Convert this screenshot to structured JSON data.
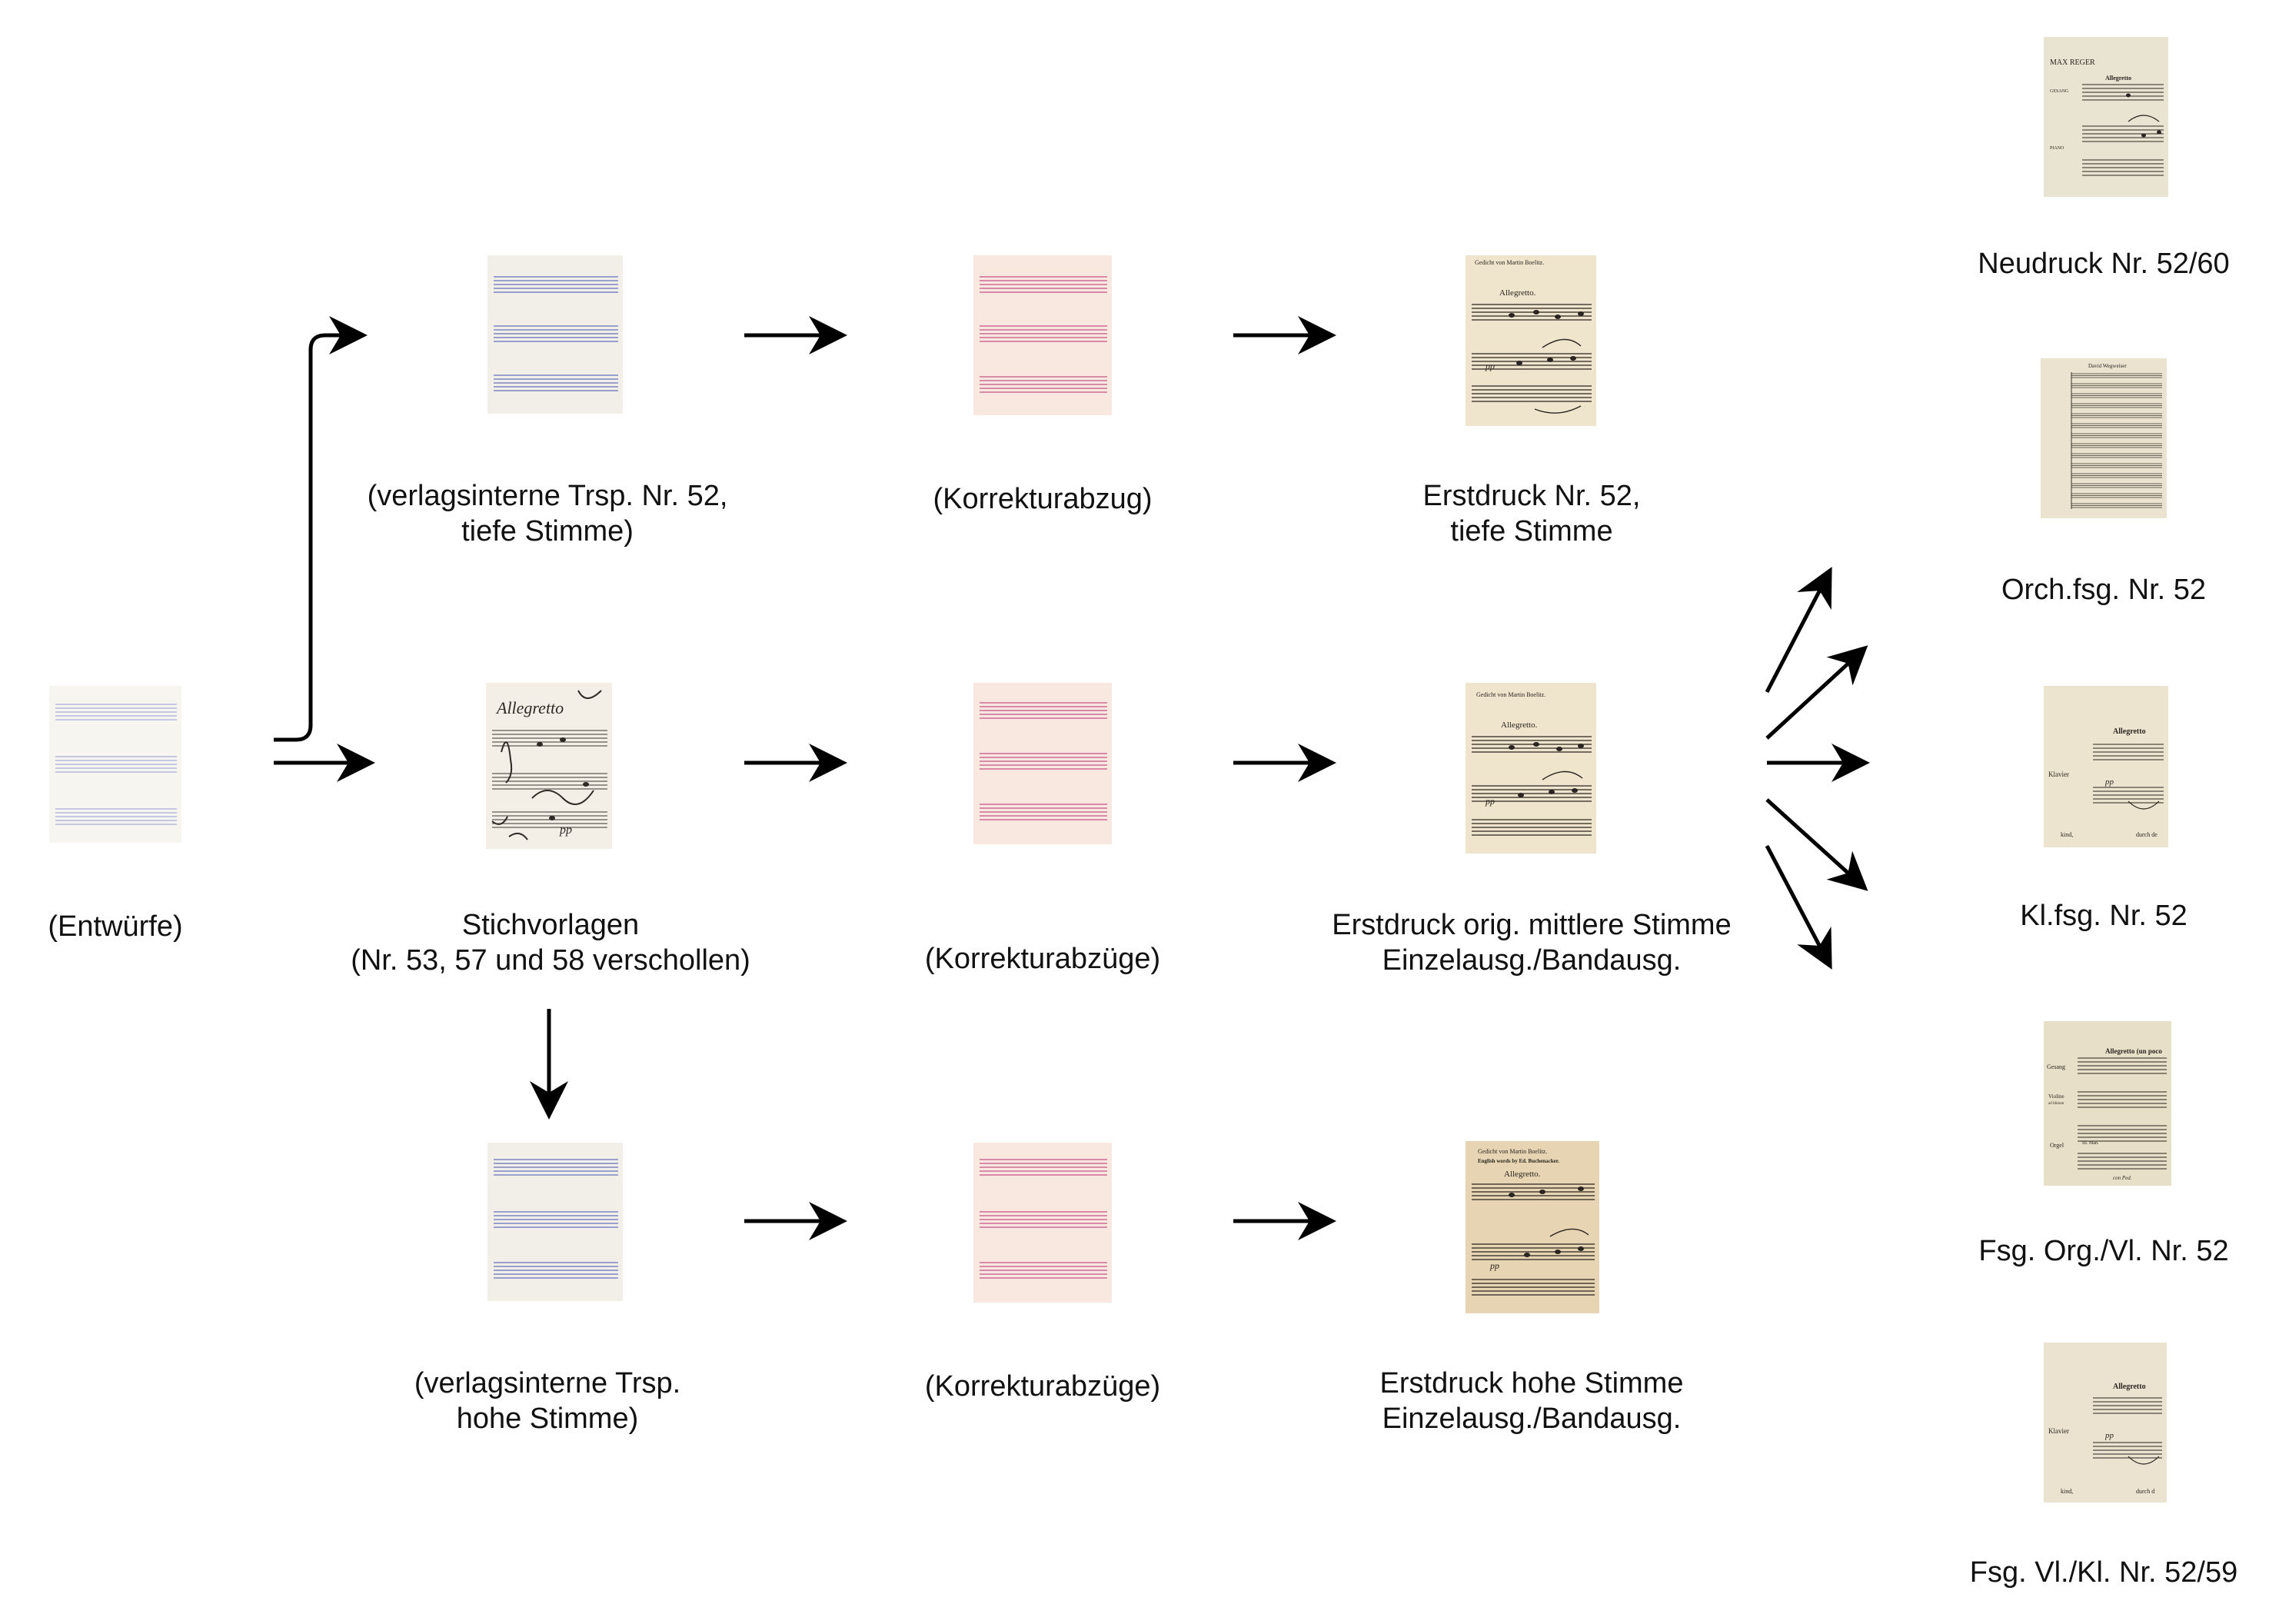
{
  "colors": {
    "arrow": "#000000",
    "blank_blue_bg": "#f2efe8",
    "blank_blue_lines": "#9aa0cc",
    "blank_pink_bg": "#f8e8e0",
    "blank_pink_lines": "#d88aa8",
    "print_paper": "#efe4cc",
    "print_paper_old": "#e6d4b2",
    "print_ink": "#2a2520"
  },
  "nodes": {
    "entwuerfe": {
      "label": [
        "(Entwürfe)"
      ],
      "thumb": "blank-staff-paper-icon"
    },
    "trsp_tief": {
      "label": [
        "(verlagsinterne Trsp. Nr. 52,",
        "tiefe Stimme)"
      ],
      "thumb": "blank-staff-paper-icon"
    },
    "korr_tief": {
      "label": [
        "(Korrekturabzug)"
      ],
      "thumb": "pink-staff-paper-icon"
    },
    "erst_tief": {
      "label": [
        "Erstdruck Nr. 52,",
        "tiefe Stimme"
      ],
      "thumb": "printed-score-icon",
      "text": {
        "header": "Gedicht von Martin Boelitz.",
        "tempo": "Allegretto.",
        "dyn": "pp"
      }
    },
    "stich": {
      "label": [
        "Stichvorlagen",
        "(Nr. 53, 57 und 58 verschollen)"
      ],
      "thumb": "manuscript-score-icon",
      "text": {
        "tempo": "Allegretto",
        "dyn": "pp"
      }
    },
    "korr_mitte": {
      "label": [
        "(Korrekturabzüge)"
      ],
      "thumb": "pink-staff-paper-icon"
    },
    "erst_mitte": {
      "label": [
        "Erstdruck orig. mittlere Stimme",
        "Einzelausg./Bandausg."
      ],
      "thumb": "printed-score-icon",
      "text": {
        "header": "Gedicht von Martin Boelitz.",
        "tempo": "Allegretto.",
        "dyn": "pp"
      }
    },
    "trsp_hoch": {
      "label": [
        "(verlagsinterne Trsp.",
        "hohe Stimme)"
      ],
      "thumb": "blank-staff-paper-icon"
    },
    "korr_hoch": {
      "label": [
        "(Korrekturabzüge)"
      ],
      "thumb": "pink-staff-paper-icon"
    },
    "erst_hoch": {
      "label": [
        "Erstdruck hohe Stimme",
        "Einzelausg./Bandausg."
      ],
      "thumb": "printed-score-icon",
      "text": {
        "header": "Gedicht von Martin Boelitz.",
        "header2": "English words by Ed. Buchenacker.",
        "tempo": "Allegretto.",
        "dyn": "pp"
      }
    },
    "neudruck": {
      "label": [
        "Neudruck Nr. 52/60"
      ],
      "thumb": "printed-score-icon",
      "text": {
        "header": "MAX REGER",
        "tempo": "Allegretto",
        "staff1": "GESANG",
        "staff2": "PIANO"
      }
    },
    "orch": {
      "label": [
        "Orch.fsg. Nr. 52"
      ],
      "thumb": "orchestral-score-icon",
      "text": {
        "header": "David Wegweiser"
      }
    },
    "klfsg": {
      "label": [
        "Kl.fsg. Nr. 52"
      ],
      "thumb": "printed-score-icon",
      "text": {
        "tempo": "Allegretto",
        "staff1": "Klavier",
        "dyn": "pp",
        "foot1": "kind,",
        "foot2": "durch de"
      }
    },
    "orgfsg": {
      "label": [
        "Fsg. Org./Vl. Nr. 52"
      ],
      "thumb": "printed-score-icon",
      "text": {
        "tempo": "Allegretto (un poco",
        "staff1": "Gesang",
        "staff2": "Violine",
        "staff2b": "ad libitum",
        "staff3": "Orgel",
        "staff3b": "III. Man.",
        "foot1": "con Ped."
      }
    },
    "vlklfsg": {
      "label": [
        "Fsg. Vl./Kl. Nr. 52/59"
      ],
      "thumb": "printed-score-icon",
      "text": {
        "tempo": "Allegretto",
        "staff1": "Klavier",
        "dyn": "pp",
        "foot1": "kind,",
        "foot2": "durch d"
      }
    }
  }
}
